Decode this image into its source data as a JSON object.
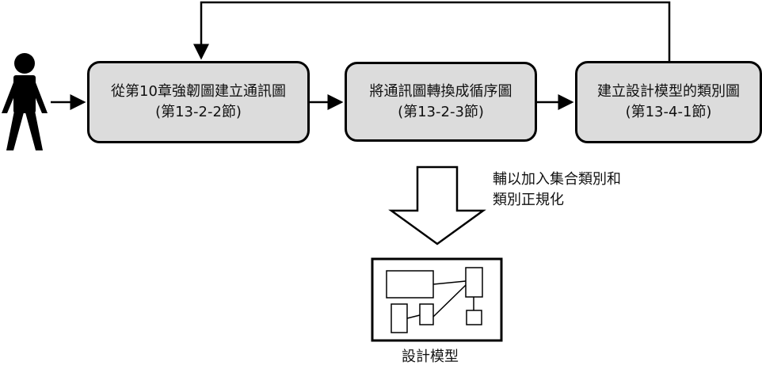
{
  "steps": [
    {
      "line1": "從第10章強韌圖建立通訊圖",
      "line2": "(第13-2-2節)"
    },
    {
      "line1": "將通訊圖轉換成循序圖",
      "line2": "(第13-2-3節)"
    },
    {
      "line1": "建立設計模型的類別圖",
      "line2": "(第13-4-1節)"
    }
  ],
  "note": {
    "line1": "輔以加入集合類別和",
    "line2": "類別正規化"
  },
  "result": {
    "caption": "設計模型"
  },
  "icons": {
    "actor": "stick-figure-icon"
  }
}
